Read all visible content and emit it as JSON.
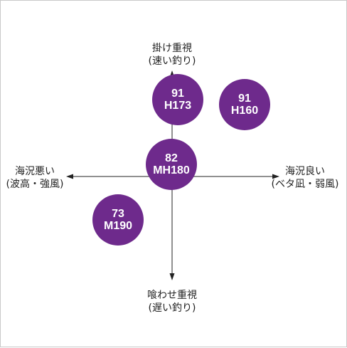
{
  "axis_labels": {
    "top": {
      "line1": "掛け重視",
      "line2": "(速い釣り)"
    },
    "bottom": {
      "line1": "喰わせ重視",
      "line2": "(遅い釣り)"
    },
    "left": {
      "line1": "海況悪い",
      "line2": "(波高・強風)"
    },
    "right": {
      "line1": "海況良い",
      "line2": "(ベタ凪・弱風)"
    }
  },
  "colors": {
    "circle": "#6e2a8c",
    "axis": "#222222"
  },
  "items": [
    {
      "value": "91",
      "code": "H173"
    },
    {
      "value": "91",
      "code": "H160"
    },
    {
      "value": "82",
      "code": "MH180"
    },
    {
      "value": "73",
      "code": "M190"
    }
  ]
}
